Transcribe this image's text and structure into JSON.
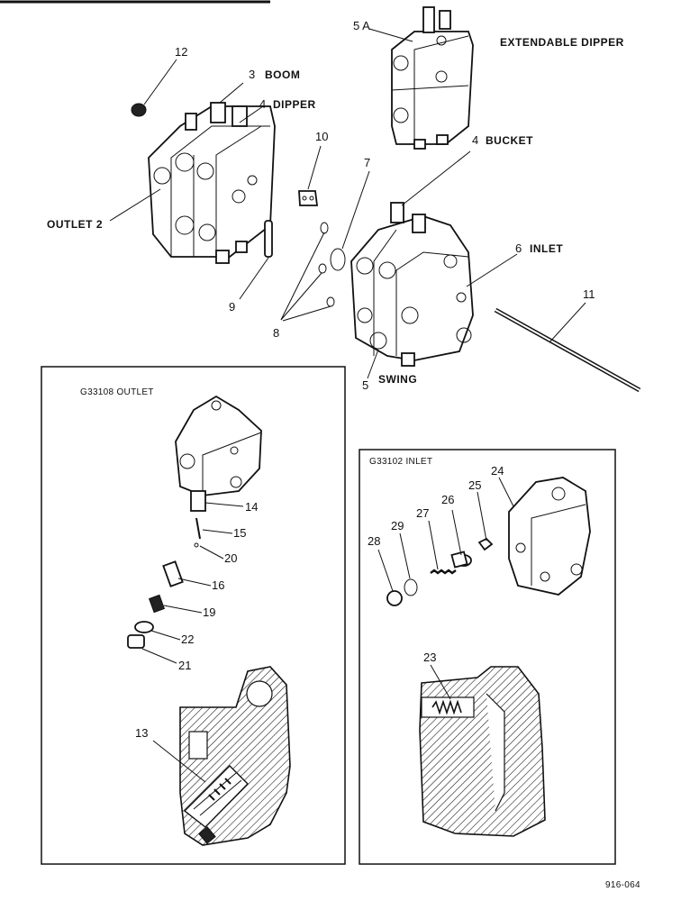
{
  "labels": {
    "p12": "12",
    "p3": "3",
    "boom": "BOOM",
    "p4a": "4",
    "dipper": "DIPPER",
    "p5a": "5 A",
    "extendable": "EXTENDABLE DIPPER",
    "p10": "10",
    "p7": "7",
    "p4b": "4",
    "bucket": "BUCKET",
    "outlet2": "OUTLET 2",
    "p6": "6",
    "inlet": "INLET",
    "p11": "11",
    "p9": "9",
    "p8": "8",
    "p5": "5",
    "swing": "SWING"
  },
  "outlet_box": {
    "title": "G33108 OUTLET",
    "p14": "14",
    "p15": "15",
    "p20": "20",
    "p16": "16",
    "p19": "19",
    "p22": "22",
    "p21": "21",
    "p13": "13"
  },
  "inlet_box": {
    "title": "G33102 INLET",
    "p24": "24",
    "p26": "26",
    "p25": "25",
    "p27": "27",
    "p29": "29",
    "p28": "28",
    "p23": "23"
  },
  "figure_ref": "916-064"
}
